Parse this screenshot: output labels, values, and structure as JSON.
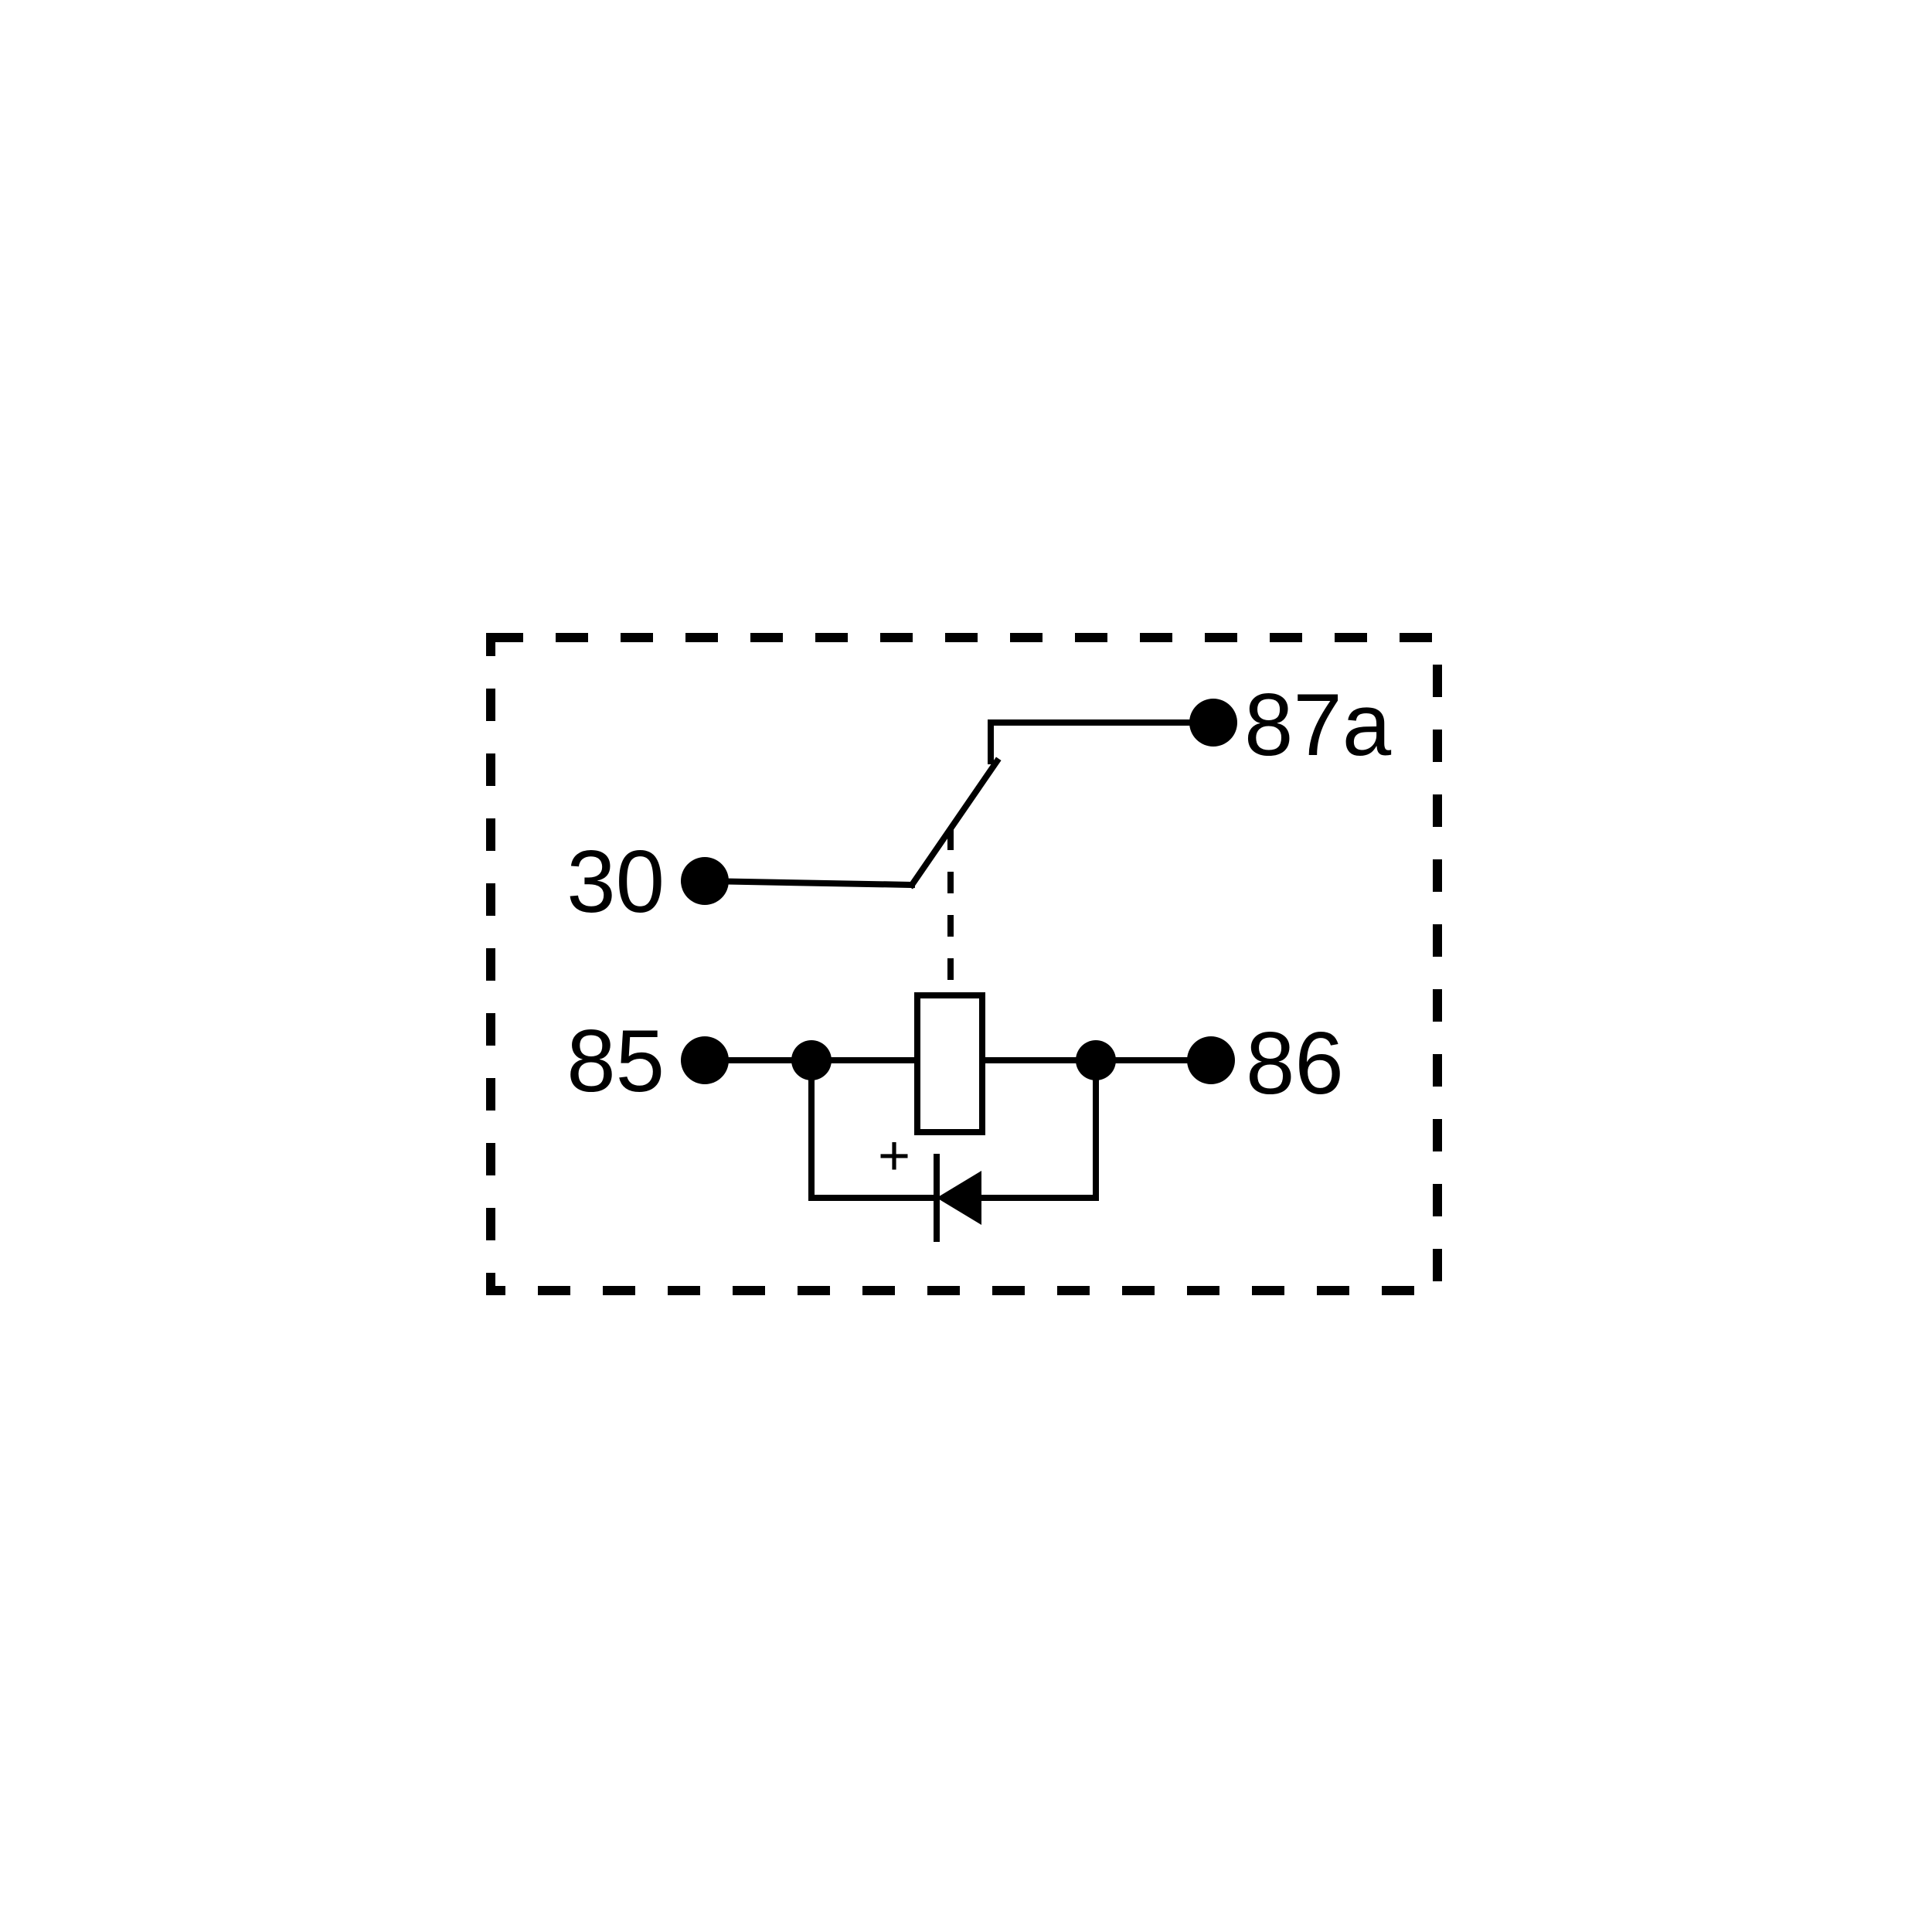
{
  "diagram": {
    "kind": "relay schematic",
    "terminals": {
      "t30": "30",
      "t85": "85",
      "t86": "86",
      "t87a": "87a"
    },
    "diode_polarity_mark": "+",
    "colors": {
      "line": "#000000",
      "background": "#ffffff"
    }
  }
}
